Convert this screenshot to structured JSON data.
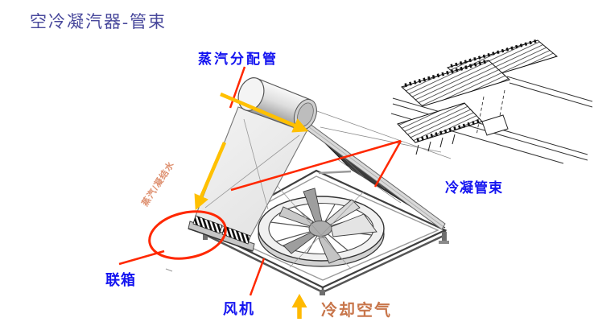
{
  "slide": {
    "title": "空冷凝汽器-管束"
  },
  "annotations": {
    "steam_distribution_pipe": {
      "label": "蒸汽分配管"
    },
    "condensate_tube_bundle": {
      "label": "冷凝管束"
    },
    "header_box": {
      "label": "联箱"
    },
    "fan": {
      "label": "风机"
    },
    "cooling_air": {
      "label": "冷却空气"
    },
    "steam_condensate_flow": {
      "label": "蒸汽/凝结水"
    }
  },
  "colors": {
    "title_text": "#47479B",
    "label_blue": "#1414F0",
    "annotation_red": "#FF2800",
    "flow_arrow_yellow": "#FFC000",
    "cooling_air_arrow": "#FFB900",
    "cooling_air_text": "#C8764B",
    "flow_text": "#DE9070",
    "dark_bundle_fill": "#3B3B3B"
  }
}
